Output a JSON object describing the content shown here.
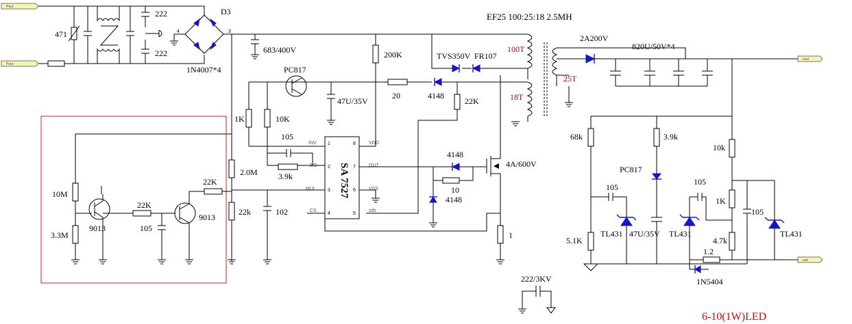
{
  "title": "6-10(1W)LED",
  "transformer": {
    "spec": "EF25 100:25:18  2.5MH",
    "primary": "100T",
    "secondary": "25T",
    "aux": "18T"
  },
  "ic": {
    "name": "SA 7527",
    "pins_left": [
      "INV",
      "EO",
      "MUL",
      "CS"
    ],
    "pins_right": [
      "VDD",
      "OUT",
      "VSS",
      "zds"
    ],
    "nums_left": [
      "1",
      "2",
      "3",
      "4"
    ],
    "nums_right": [
      "8",
      "7",
      "6",
      "5"
    ]
  },
  "terminals": {
    "in_top": "Pout",
    "in_bottom": "Pout",
    "out_top": "+out",
    "out_bottom": "-out"
  },
  "labels": {
    "r471": "471",
    "cap222a": "222",
    "cap222b": "222",
    "d3": "D3",
    "bridge": "1N4007*4",
    "c683": "683/400V",
    "r200k": "200K",
    "tvs": "TVS350V",
    "fr107": "FR107",
    "pc817a": "PC817",
    "c47u": "47U/35V",
    "r20": "20",
    "d4148a": "4148",
    "r22ka": "22K",
    "r1k": "1K",
    "r10k": "10K",
    "c105a": "105",
    "r39k": "3.9k",
    "r2m": "2.0M",
    "r22kb": "22k",
    "c102": "102",
    "d4148b": "4148",
    "r10": "10",
    "d4148c": "4148",
    "mosfet": "4A/600V",
    "r1": "1",
    "c222_3kv": "222/3KV",
    "d2a": "2A200V",
    "caps_out": "820U/50V*4",
    "r68k": "68k",
    "r39k2": "3.9k",
    "r10k2": "10k",
    "pc817b": "PC817",
    "c105b": "105",
    "c105c": "105",
    "r1k2": "1K",
    "c105d": "105",
    "r51k": "5.1K",
    "tl431a": "TL431",
    "c47u2": "47U/35V",
    "tl431b": "TL431",
    "r47k": "4.7k",
    "tl431c": "TL431",
    "r12": "1.2",
    "d1n5404": "1N5404",
    "r10m": "10M",
    "r33m": "3.3M",
    "q9013a": "9013",
    "r22kc": "22K",
    "c105e": "105",
    "q9013b": "9013",
    "r22kd": "22K"
  }
}
